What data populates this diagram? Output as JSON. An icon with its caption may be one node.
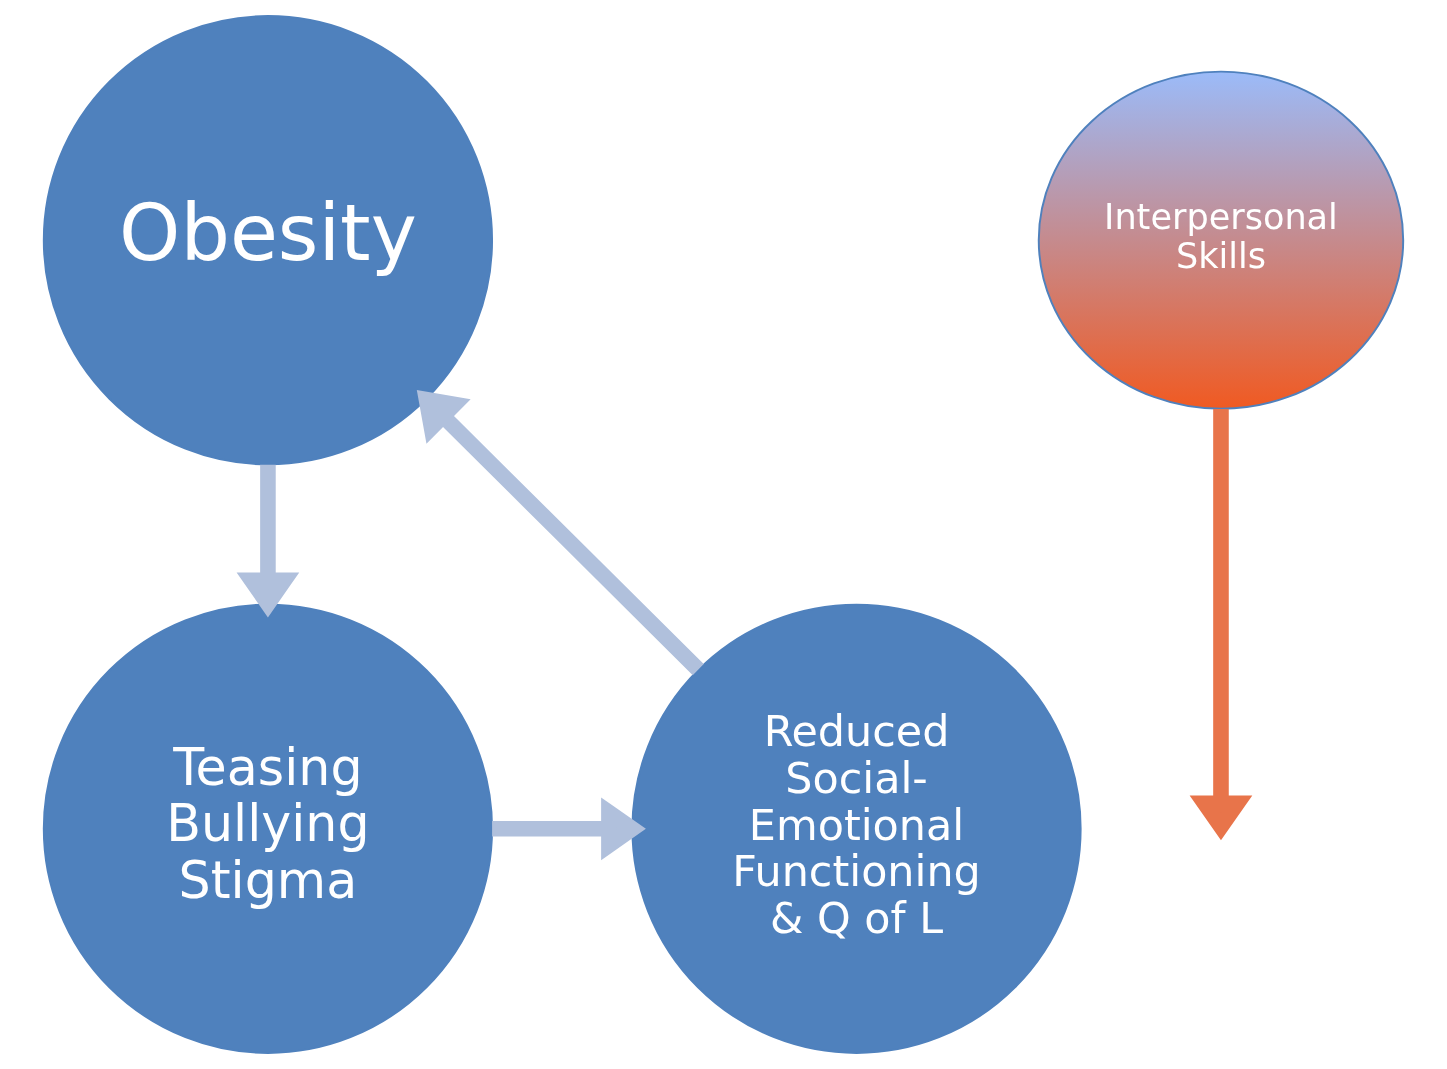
{
  "diagram": {
    "nodes": [
      {
        "text": [
          "Obesity"
        ]
      },
      {
        "text": [
          "Interpersonal Skills"
        ]
      },
      {
        "text": [
          "Teasing Bullying Stigma"
        ]
      },
      {
        "text": [
          "Reduced Social- Emotional Functioning & Q of L"
        ]
      }
    ],
    "edges": [
      {
        "from": 0,
        "to": 2,
        "arrow": "to"
      },
      {
        "from": 2,
        "to": 3,
        "arrow": "to"
      },
      {
        "from": 3,
        "to": 0,
        "arrow": "to"
      },
      {
        "from": 1,
        "to": null,
        "arrow": "to",
        "color": "#e8744a"
      }
    ]
  }
}
